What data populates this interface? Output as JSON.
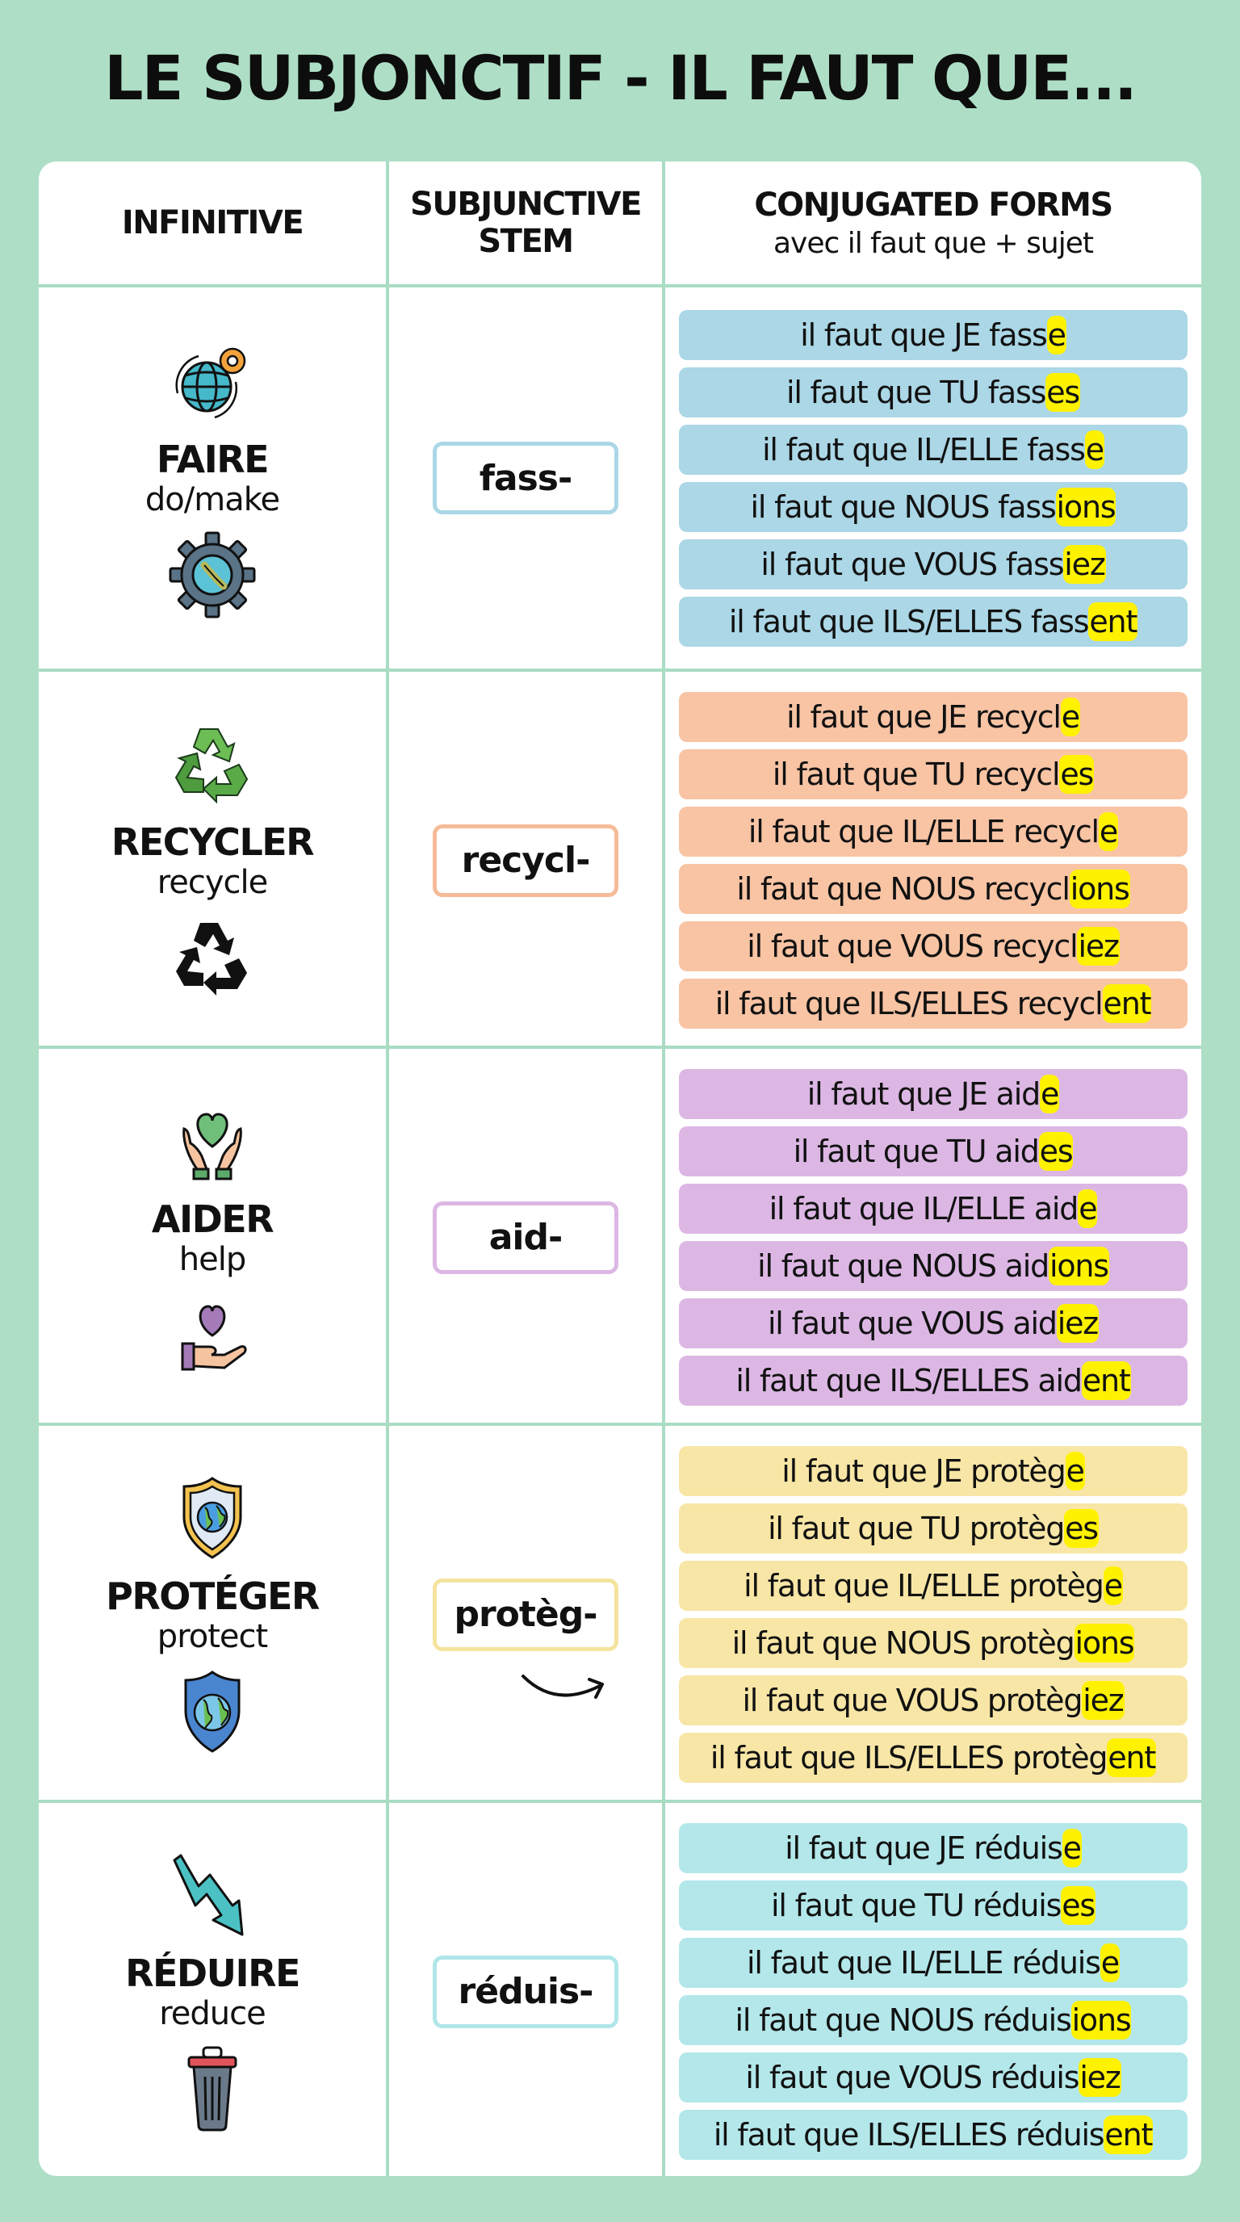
{
  "title": "LE SUBJONCTIF - IL FAUT QUE...",
  "headers": {
    "infinitive": "INFINITIVE",
    "stem_line1": "SUBJUNCTIVE",
    "stem_line2": "STEM",
    "forms": "CONJUGATED FORMS",
    "forms_sub": "avec il faut que + sujet"
  },
  "colors": {
    "background": "#aedfc6",
    "grid_line": "#a9dcc3",
    "ending_highlight": "#fff200"
  },
  "verbs": [
    {
      "infinitive": "FAIRE",
      "gloss": "do/make",
      "stem": "fass-",
      "icon_top": "globe-gear-icon",
      "icon_bottom": "gear-wrench-icon",
      "pill_color": "#abd7e6",
      "stem_border": "#abd7e6",
      "forms": [
        {
          "prefix": "il faut que JE fass",
          "ending": "e"
        },
        {
          "prefix": "il faut que TU fass",
          "ending": "es"
        },
        {
          "prefix": "il faut que IL/ELLE fass",
          "ending": "e"
        },
        {
          "prefix": "il faut que NOUS fass",
          "ending": "ions"
        },
        {
          "prefix": "il faut que VOUS fass",
          "ending": "iez"
        },
        {
          "prefix": "il faut que ILS/ELLES fass",
          "ending": "ent"
        }
      ]
    },
    {
      "infinitive": "RECYCLER",
      "gloss": "recycle",
      "stem": "recycl-",
      "icon_top": "recycle-green-icon",
      "icon_bottom": "recycle-black-icon",
      "pill_color": "#f8c4a4",
      "stem_border": "#f6bb98",
      "forms": [
        {
          "prefix": "il faut que JE recycl",
          "ending": "e"
        },
        {
          "prefix": "il faut que TU recycl",
          "ending": "es"
        },
        {
          "prefix": "il faut que IL/ELLE recycl",
          "ending": "e"
        },
        {
          "prefix": "il faut que NOUS recycl",
          "ending": "ions"
        },
        {
          "prefix": "il faut que VOUS recycl",
          "ending": "iez"
        },
        {
          "prefix": "il faut que ILS/ELLES recycl",
          "ending": "ent"
        }
      ]
    },
    {
      "infinitive": "AIDER",
      "gloss": "help",
      "stem": "aid-",
      "icon_top": "hands-heart-icon",
      "icon_bottom": "hand-heart-icon",
      "pill_color": "#dcb7e4",
      "stem_border": "#dcb7e4",
      "forms": [
        {
          "prefix": "il faut que JE aid",
          "ending": "e"
        },
        {
          "prefix": "il faut que TU aid",
          "ending": "es"
        },
        {
          "prefix": "il faut que IL/ELLE aid",
          "ending": "e"
        },
        {
          "prefix": "il faut que NOUS aid",
          "ending": "ions"
        },
        {
          "prefix": "il faut que VOUS aid",
          "ending": "iez"
        },
        {
          "prefix": "il faut que ILS/ELLES aid",
          "ending": "ent"
        }
      ]
    },
    {
      "infinitive": "PROTÉGER",
      "gloss": "protect",
      "stem": "protèg-",
      "icon_top": "shield-globe-gold-icon",
      "icon_bottom": "shield-globe-blue-icon",
      "pill_color": "#f8e6a6",
      "stem_border": "#f5e39e",
      "forms": [
        {
          "prefix": "il faut que JE protèg",
          "ending": "e"
        },
        {
          "prefix": "il faut que TU protèg",
          "ending": "es"
        },
        {
          "prefix": "il faut que IL/ELLE protèg",
          "ending": "e"
        },
        {
          "prefix": "il faut que NOUS protèg",
          "ending": "ions"
        },
        {
          "prefix": "il faut que VOUS protèg",
          "ending": "iez"
        },
        {
          "prefix": "il faut que ILS/ELLES protèg",
          "ending": "ent"
        }
      ]
    },
    {
      "infinitive": "RÉDUIRE",
      "gloss": "reduce",
      "stem": "réduis-",
      "icon_top": "trend-down-arrow-icon",
      "icon_bottom": "trash-can-icon",
      "pill_color": "#b3e7ea",
      "stem_border": "#b0e6ea",
      "forms": [
        {
          "prefix": "il faut que JE réduis",
          "ending": "e"
        },
        {
          "prefix": "il faut que TU réduis",
          "ending": "es"
        },
        {
          "prefix": "il faut que IL/ELLE réduis",
          "ending": "e"
        },
        {
          "prefix": "il faut que NOUS réduis",
          "ending": "ions"
        },
        {
          "prefix": "il faut que VOUS réduis",
          "ending": "iez"
        },
        {
          "prefix": "il faut que ILS/ELLES réduis",
          "ending": "ent"
        }
      ]
    }
  ]
}
